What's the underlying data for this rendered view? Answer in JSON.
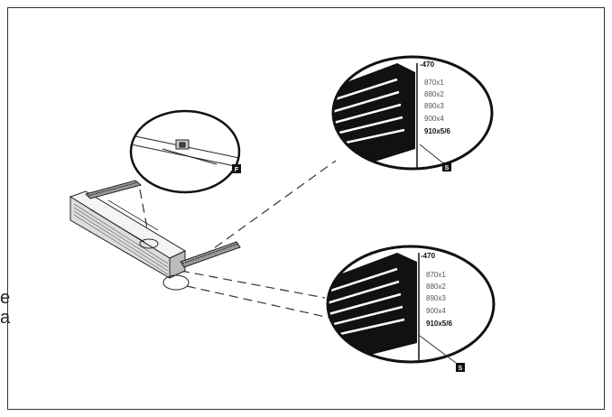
{
  "left_fragments": [
    "e",
    "a"
  ],
  "top_callout": "F",
  "upper_detail": {
    "top_label": "-470",
    "labels": [
      "870x1",
      "880x2",
      "890x3",
      "900x4",
      "910x5/6"
    ],
    "callout": "S"
  },
  "lower_detail": {
    "top_label": "-470",
    "labels": [
      "870x1",
      "880x2",
      "890x3",
      "900x4",
      "910x5/6"
    ],
    "callout": "S"
  }
}
